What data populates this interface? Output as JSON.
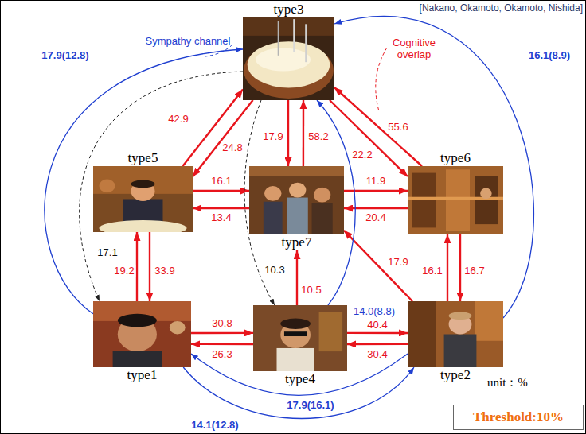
{
  "diagram": {
    "nodes": [
      {
        "text": [
          "type3"
        ]
      },
      {
        "text": [
          "type5"
        ]
      },
      {
        "text": [
          "type7"
        ]
      },
      {
        "text": [
          "type6"
        ]
      },
      {
        "text": [
          "type1"
        ]
      },
      {
        "text": [
          "type4"
        ]
      },
      {
        "text": [
          "type2"
        ]
      },
      {
        "text": [
          "Threshold:10%"
        ]
      }
    ],
    "edges": [
      {
        "from": 1,
        "to": 0,
        "label": "42.9",
        "arrow": "to"
      },
      {
        "from": 0,
        "to": 1,
        "label": "24.8",
        "arrow": "to"
      },
      {
        "from": 0,
        "to": 2,
        "label": "17.9",
        "arrow": "to"
      },
      {
        "from": 2,
        "to": 0,
        "label": "58.2",
        "arrow": "to"
      },
      {
        "from": 0,
        "to": 3,
        "label": "22.2",
        "arrow": "to"
      },
      {
        "from": 3,
        "to": 0,
        "label": "55.6",
        "arrow": "to"
      },
      {
        "from": 1,
        "to": 2,
        "label": "16.1",
        "arrow": "to"
      },
      {
        "from": 2,
        "to": 1,
        "label": "13.4",
        "arrow": "to"
      },
      {
        "from": 2,
        "to": 3,
        "label": "11.9",
        "arrow": "to"
      },
      {
        "from": 3,
        "to": 2,
        "label": "20.4",
        "arrow": "to"
      },
      {
        "from": 1,
        "to": 4,
        "label": "33.9",
        "arrow": "to"
      },
      {
        "from": 4,
        "to": 1,
        "label": "19.2",
        "arrow": "to"
      },
      {
        "from": 4,
        "to": 5,
        "label": "30.8",
        "arrow": "to"
      },
      {
        "from": 5,
        "to": 4,
        "label": "26.3",
        "arrow": "to"
      },
      {
        "from": 5,
        "to": 6,
        "label": "40.4",
        "arrow": "to"
      },
      {
        "from": 6,
        "to": 5,
        "label": "30.4",
        "arrow": "to"
      },
      {
        "from": 5,
        "to": 2,
        "label": "10.5",
        "arrow": "to"
      },
      {
        "from": 6,
        "to": 2,
        "label": "17.9",
        "arrow": "to"
      },
      {
        "from": 6,
        "to": 3,
        "label": "16.1",
        "arrow": "to"
      },
      {
        "from": 3,
        "to": 6,
        "label": "16.7",
        "arrow": "to"
      },
      {
        "from": 0,
        "to": 4,
        "label": "17.1",
        "arrow": "to"
      },
      {
        "from": 0,
        "to": 5,
        "label": "10.3",
        "arrow": "to"
      },
      {
        "from": 4,
        "to": 0,
        "label": "17.9(12.8)",
        "arrow": "to"
      },
      {
        "from": 6,
        "to": 0,
        "label": "16.1(8.9)",
        "arrow": "to"
      },
      {
        "from": 5,
        "to": 0,
        "label": "14.0(8.8)",
        "arrow": "to"
      },
      {
        "from": 6,
        "to": 4,
        "label": "17.9(16.1)",
        "arrow": "to"
      },
      {
        "from": 4,
        "to": 6,
        "label": "14.1(12.8)",
        "arrow": "to"
      }
    ],
    "labels": [
      "[Nakano, Okamoto, Okamoto, Nishida]",
      "Sympathy channel",
      "Cognitive overlap",
      "unit：%"
    ]
  }
}
